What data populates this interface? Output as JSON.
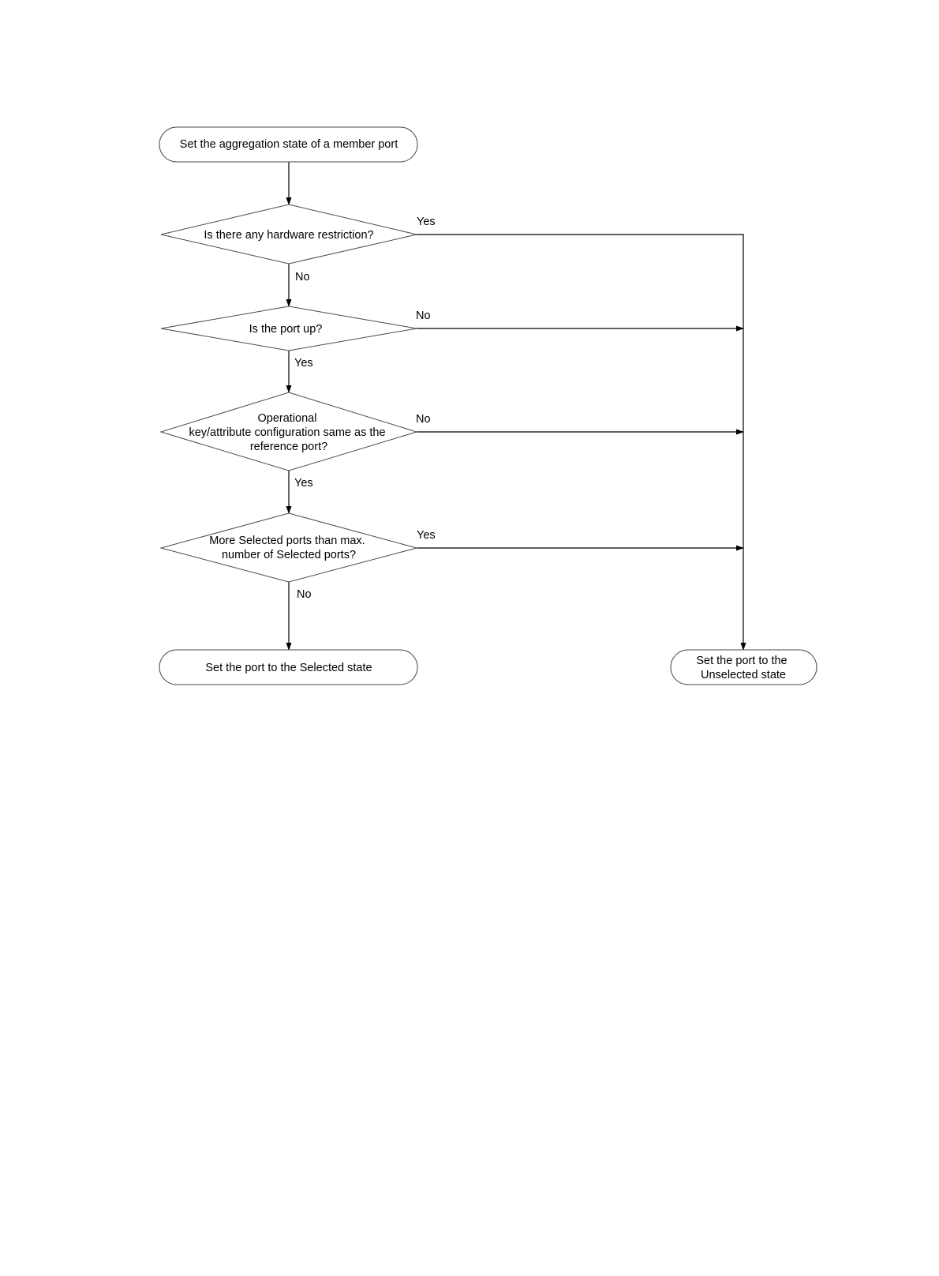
{
  "nodes": {
    "start": {
      "lines": [
        "Set the aggregation state of a member port"
      ]
    },
    "q_hardware": {
      "lines": [
        "Is there any hardware restriction?"
      ]
    },
    "q_port_up": {
      "lines": [
        "Is the port up?"
      ]
    },
    "q_operational": {
      "lines": [
        "Operational",
        "key/attribute configuration same as the",
        "reference port?"
      ]
    },
    "q_max_selected": {
      "lines": [
        "More Selected ports than max.",
        "number of Selected ports?"
      ]
    },
    "end_selected": {
      "lines": [
        "Set the port to the Selected state"
      ]
    },
    "end_unselected": {
      "lines": [
        "Set the port to the",
        "Unselected state"
      ]
    }
  },
  "edges": {
    "hardware_yes": "Yes",
    "hardware_no": "No",
    "port_up_no": "No",
    "port_up_yes": "Yes",
    "operational_no": "No",
    "operational_yes": "Yes",
    "max_selected_yes": "Yes",
    "max_selected_no": "No"
  }
}
